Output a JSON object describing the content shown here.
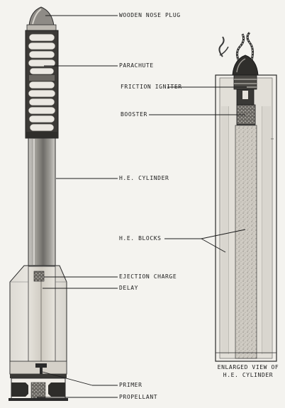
{
  "labels": {
    "wooden_nose_plug": "WOODEN NOSE PLUG",
    "parachute": "PARACHUTE",
    "friction_igniter": "FRICTION IGNITER",
    "booster": "BOOSTER",
    "he_cylinder": "H.E. CYLINDER",
    "he_blocks": "H.E. BLOCKS",
    "ejection_charge": "EJECTION CHARGE",
    "delay": "DELAY",
    "primer": "PRIMER",
    "propellant": "PROPELLANT"
  },
  "caption": {
    "line1": "ENLARGED VIEW OF",
    "line2": "H.E. CYLINDER"
  }
}
